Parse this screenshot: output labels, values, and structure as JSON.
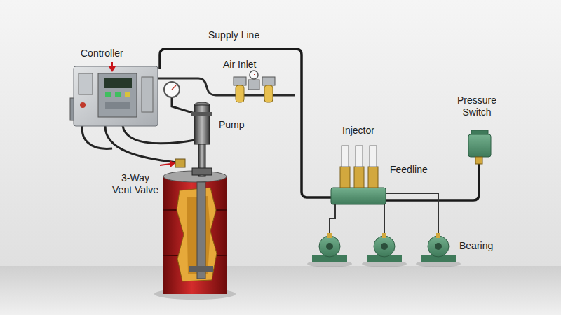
{
  "diagram": {
    "labels": [
      "Supply Line",
      "Controller",
      "Air Inlet",
      "Pump",
      "3-Way Vent Valve",
      "Injector",
      "Feedline",
      "Pressure Switch",
      "Bearing"
    ]
  }
}
